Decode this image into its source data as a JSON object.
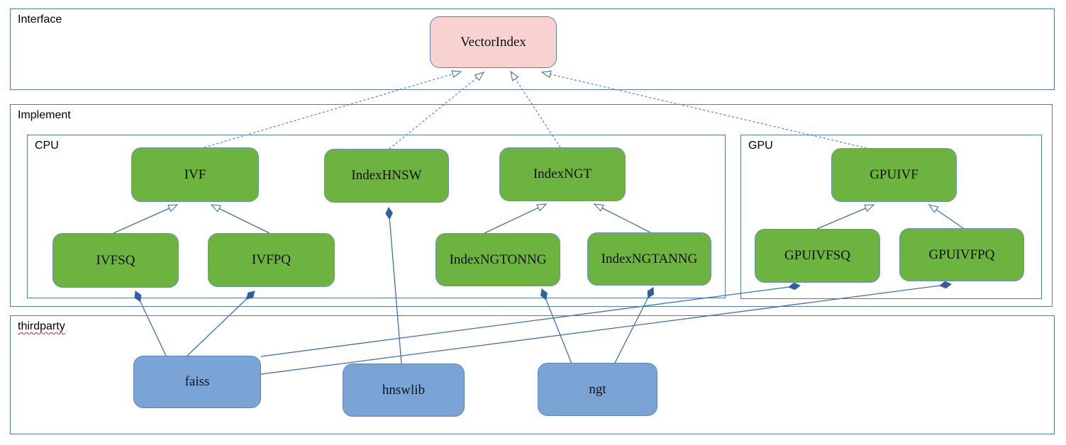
{
  "diagram": {
    "containers": {
      "interface": {
        "label": "Interface"
      },
      "implement": {
        "label": "Implement"
      },
      "cpu": {
        "label": "CPU"
      },
      "gpu": {
        "label": "GPU"
      },
      "thirdparty": {
        "label": "thirdparty"
      }
    },
    "nodes": [
      {
        "id": "VectorIndex",
        "label": "VectorIndex",
        "group": "interface",
        "kind": "interface-class"
      },
      {
        "id": "IVF",
        "label": "IVF",
        "group": "cpu",
        "kind": "implementation"
      },
      {
        "id": "IndexHNSW",
        "label": "IndexHNSW",
        "group": "cpu",
        "kind": "implementation"
      },
      {
        "id": "IndexNGT",
        "label": "IndexNGT",
        "group": "cpu",
        "kind": "implementation"
      },
      {
        "id": "IVFSQ",
        "label": "IVFSQ",
        "group": "cpu",
        "kind": "implementation"
      },
      {
        "id": "IVFPQ",
        "label": "IVFPQ",
        "group": "cpu",
        "kind": "implementation"
      },
      {
        "id": "IndexNGTONNG",
        "label": "IndexNGTONNG",
        "group": "cpu",
        "kind": "implementation"
      },
      {
        "id": "IndexNGTANNG",
        "label": "IndexNGTANNG",
        "group": "cpu",
        "kind": "implementation"
      },
      {
        "id": "GPUIVF",
        "label": "GPUIVF",
        "group": "gpu",
        "kind": "implementation"
      },
      {
        "id": "GPUIVFSQ",
        "label": "GPUIVFSQ",
        "group": "gpu",
        "kind": "implementation"
      },
      {
        "id": "GPUIVFPQ",
        "label": "GPUIVFPQ",
        "group": "gpu",
        "kind": "implementation"
      },
      {
        "id": "faiss",
        "label": "faiss",
        "group": "thirdparty",
        "kind": "library"
      },
      {
        "id": "hnswlib",
        "label": "hnswlib",
        "group": "thirdparty",
        "kind": "library"
      },
      {
        "id": "ngt",
        "label": "ngt",
        "group": "thirdparty",
        "kind": "library"
      }
    ],
    "edges": [
      {
        "from": "IVF",
        "to": "VectorIndex",
        "relation": "realization"
      },
      {
        "from": "IndexHNSW",
        "to": "VectorIndex",
        "relation": "realization"
      },
      {
        "from": "IndexNGT",
        "to": "VectorIndex",
        "relation": "realization"
      },
      {
        "from": "GPUIVF",
        "to": "VectorIndex",
        "relation": "realization"
      },
      {
        "from": "IVFSQ",
        "to": "IVF",
        "relation": "generalization"
      },
      {
        "from": "IVFPQ",
        "to": "IVF",
        "relation": "generalization"
      },
      {
        "from": "IndexNGTONNG",
        "to": "IndexNGT",
        "relation": "generalization"
      },
      {
        "from": "IndexNGTANNG",
        "to": "IndexNGT",
        "relation": "generalization"
      },
      {
        "from": "GPUIVFSQ",
        "to": "GPUIVF",
        "relation": "generalization"
      },
      {
        "from": "GPUIVFPQ",
        "to": "GPUIVF",
        "relation": "generalization"
      },
      {
        "from": "faiss",
        "to": "IVFSQ",
        "relation": "composition"
      },
      {
        "from": "faiss",
        "to": "IVFPQ",
        "relation": "composition"
      },
      {
        "from": "faiss",
        "to": "GPUIVFSQ",
        "relation": "composition"
      },
      {
        "from": "faiss",
        "to": "GPUIVFPQ",
        "relation": "composition"
      },
      {
        "from": "hnswlib",
        "to": "IndexHNSW",
        "relation": "composition"
      },
      {
        "from": "ngt",
        "to": "IndexNGTONNG",
        "relation": "composition"
      },
      {
        "from": "ngt",
        "to": "IndexNGTANNG",
        "relation": "composition"
      }
    ],
    "colors": {
      "interface_node_fill": "#f8d2d0",
      "implementation_node_fill": "#6cb33f",
      "library_node_fill": "#7aa4d6",
      "container_border": "#4d7cb8",
      "edge_solid": "#4171ae",
      "edge_dashed": "#6488c4",
      "misspell_underline": "#c9211e"
    }
  }
}
